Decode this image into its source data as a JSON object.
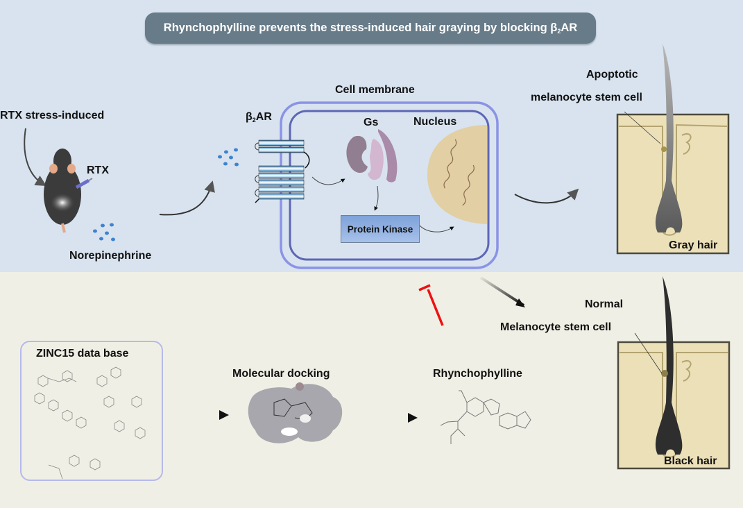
{
  "title": {
    "text_main": "Rhynchophylline prevents the stress-induced hair graying by blocking β",
    "subscript": "2",
    "text_suffix": "AR"
  },
  "top_panel": {
    "stress_label": "RTX stress-induced",
    "rtx_label": "RTX",
    "norepinephrine_label": "Norepinephrine",
    "receptor_label_main": "β",
    "receptor_label_sub": "2",
    "receptor_label_suffix": "AR",
    "cell_membrane_label": "Cell membrane",
    "gs_label": "Gs",
    "nucleus_label": "Nucleus",
    "protein_kinase_label": "Protein Kinase",
    "apoptotic_label": "Apoptotic",
    "apoptotic_cell_label": "melanocyte stem cell",
    "gray_hair_label": "Gray hair"
  },
  "bottom_panel": {
    "zinc_label": "ZINC15 data base",
    "docking_label": "Molecular docking",
    "compound_label": "Rhynchophylline",
    "normal_label": "Normal",
    "normal_cell_label": "Melanocyte stem cell",
    "black_hair_label": "Black hair"
  },
  "colors": {
    "top_bg": "#d8e3ef",
    "bottom_bg": "#f0efe5",
    "banner": "#677b89",
    "inhibit": "#ee1111",
    "membrane_outer": "#8b93e6",
    "membrane_inner": "#5e66b5",
    "nucleus": "#e2cfa4",
    "skin": "#ebe0b8"
  }
}
